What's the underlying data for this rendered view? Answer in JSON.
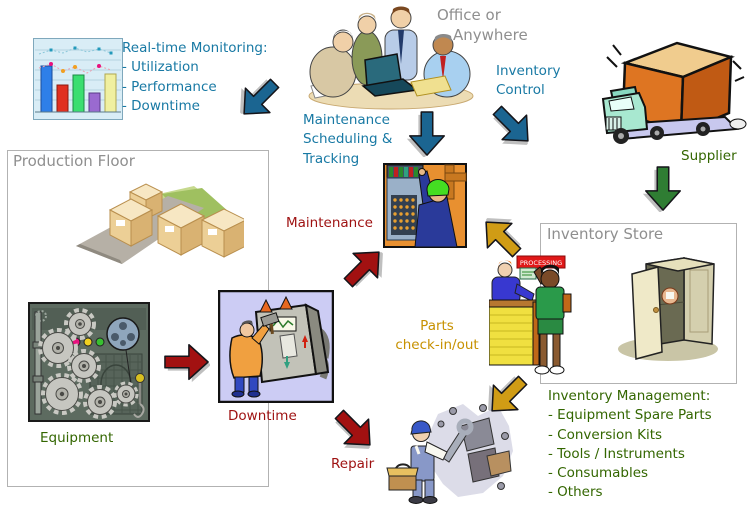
{
  "colors": {
    "teal_text": "#1879a4",
    "gray_text": "#8f8f8f",
    "green_text": "#336600",
    "red_text": "#9e1111",
    "gold_text": "#c79100",
    "arrow_blue": "#1b6591",
    "arrow_red": "#a21111",
    "arrow_gold": "#d09c15",
    "arrow_green": "#2f7d33"
  },
  "monitoring": {
    "title": "Real-time Monitoring:",
    "items": [
      "- Utilization",
      "- Performance",
      "- Downtime"
    ]
  },
  "office": {
    "line1": "Office or",
    "line2": "Anywhere"
  },
  "inventory_control": {
    "line1": "Inventory",
    "line2": "Control"
  },
  "maintenance_scheduling": {
    "line1": "Maintenance",
    "line2": "Scheduling &",
    "line3": "Tracking"
  },
  "supplier": {
    "label": "Supplier"
  },
  "production_floor": {
    "title": "Production Floor",
    "equipment": "Equipment",
    "downtime": "Downtime"
  },
  "maintenance": {
    "label": "Maintenance"
  },
  "parts": {
    "line1": "Parts",
    "line2": "check-in/out"
  },
  "repair": {
    "label": "Repair"
  },
  "inventory_store": {
    "title": "Inventory Store",
    "processing_sign": "PROCESSING"
  },
  "inventory_management": {
    "title": "Inventory Management:",
    "items": [
      "- Equipment Spare Parts",
      "- Conversion Kits",
      "- Tools / Instruments",
      "- Consumables",
      "- Others"
    ]
  }
}
